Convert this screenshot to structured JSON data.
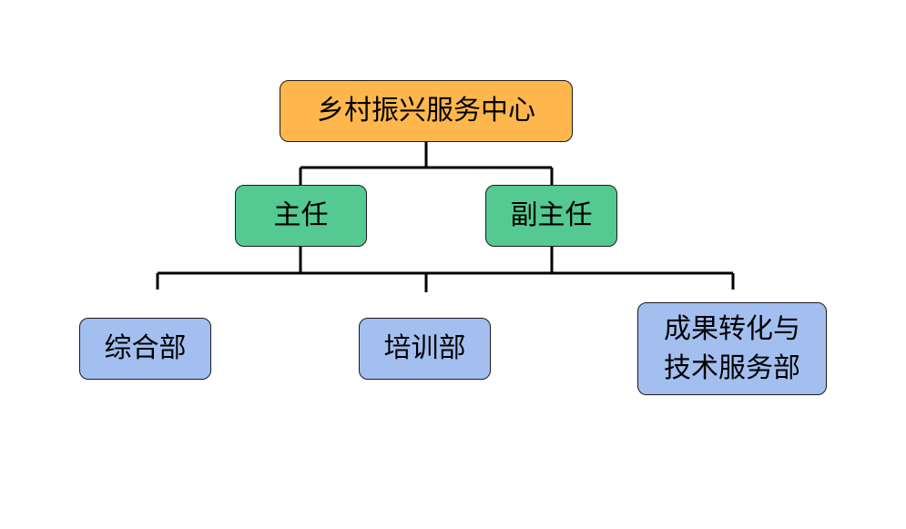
{
  "org_chart": {
    "root": {
      "label": "乡村振兴服务中心",
      "color": "#ffb74d"
    },
    "leadership": [
      {
        "label": "主任",
        "color": "#55c992"
      },
      {
        "label": "副主任",
        "color": "#55c992"
      }
    ],
    "departments": [
      {
        "label": "综合部",
        "color": "#a3bff0"
      },
      {
        "label": "培训部",
        "color": "#a3bff0"
      },
      {
        "label": "成果转化与\n技术服务部",
        "color": "#a3bff0"
      }
    ],
    "connector_color": "#000000"
  }
}
